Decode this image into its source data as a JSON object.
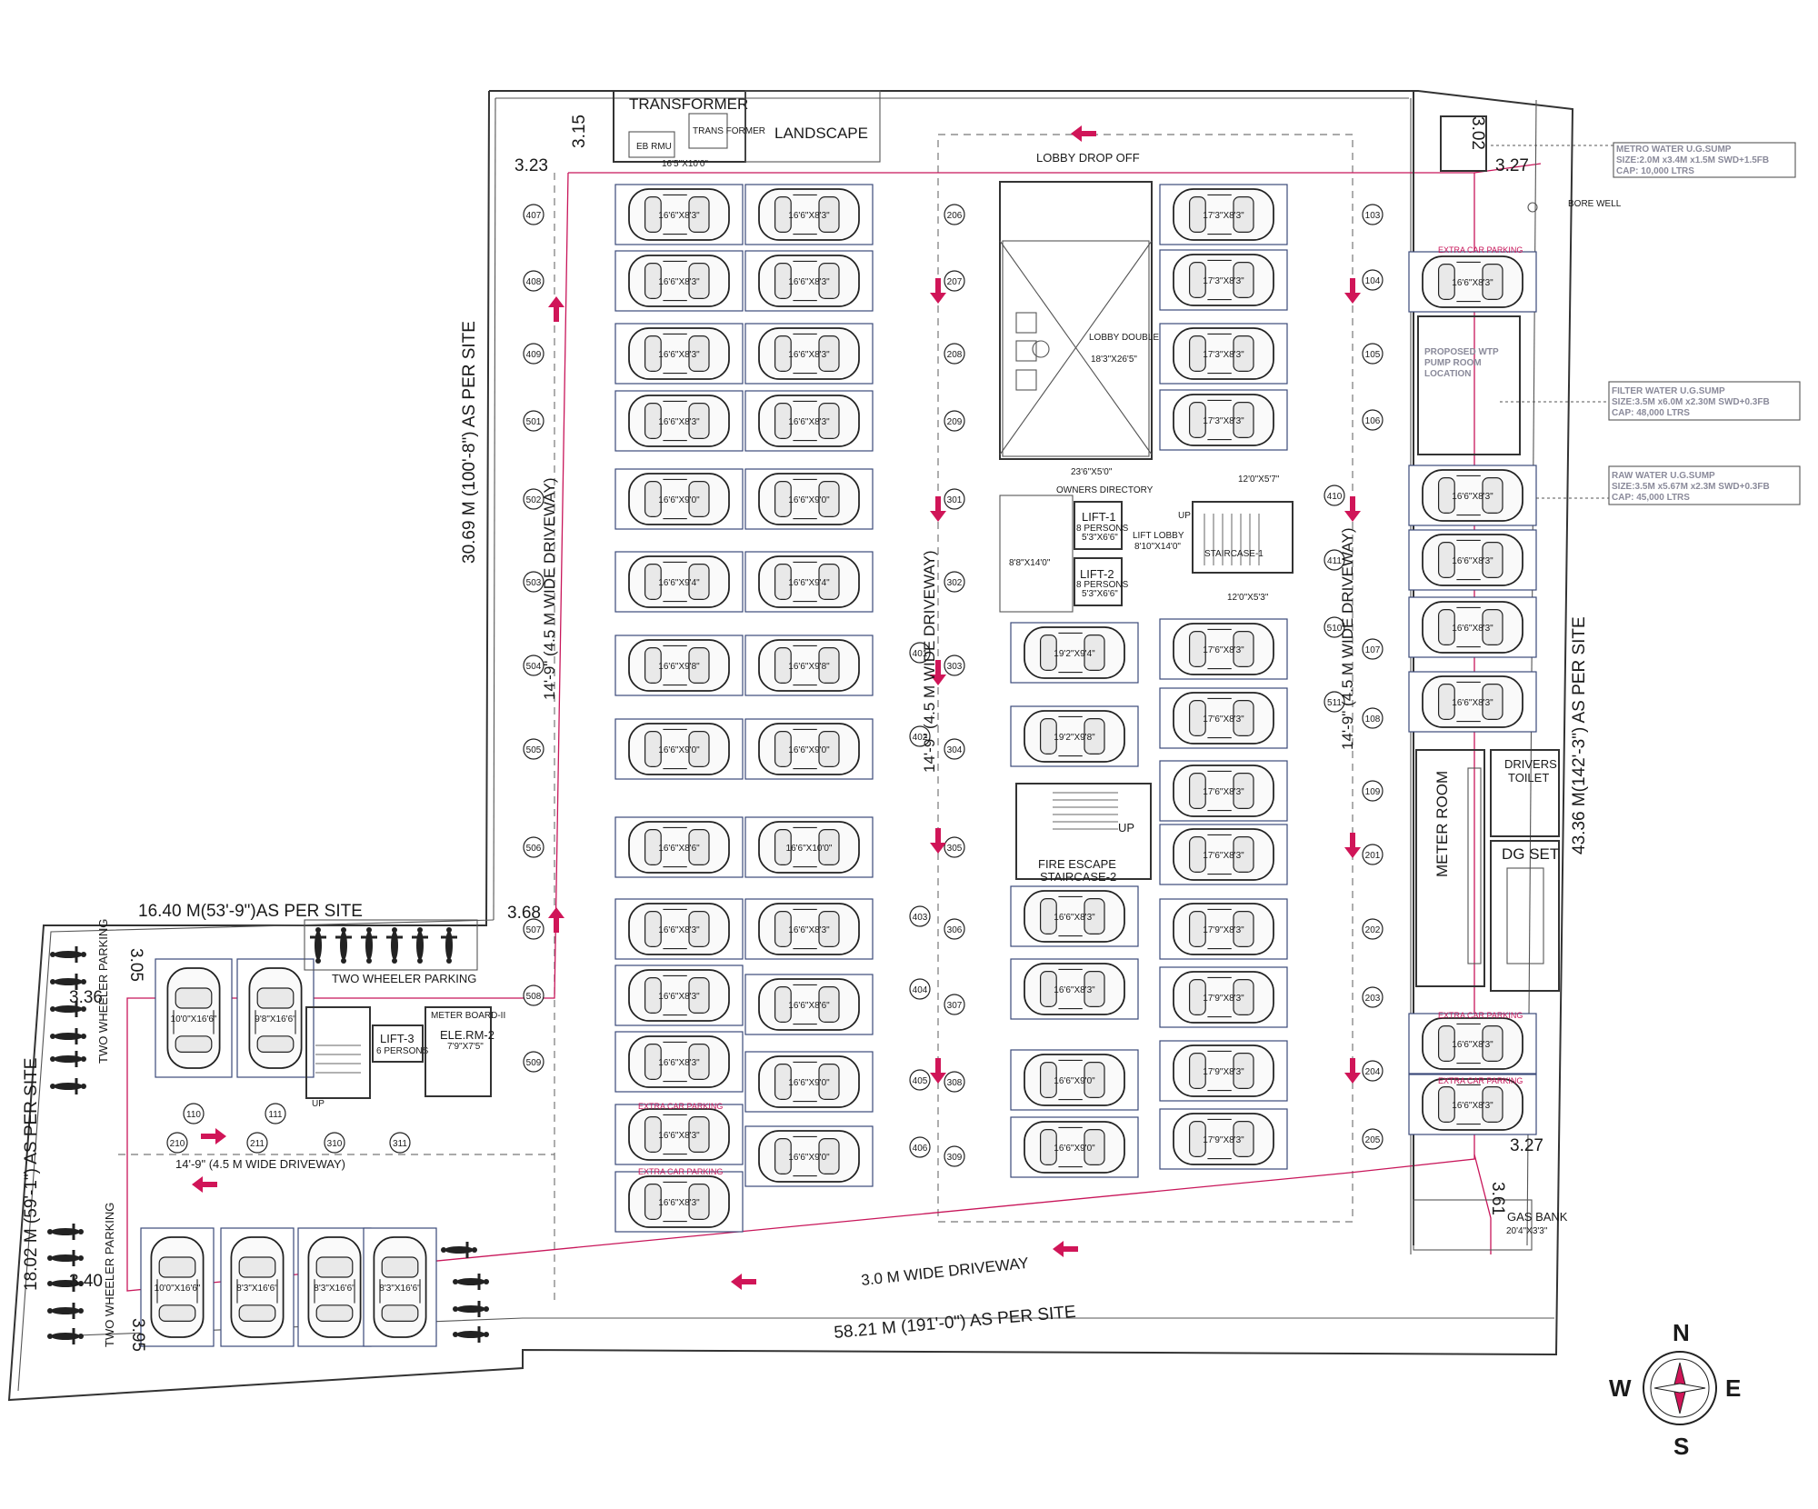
{
  "labels": {
    "transformer": "TRANSFORMER",
    "eb_rmu": "EB RMU",
    "trans_former": "TRANS FORMER",
    "transformer_size": "16'5\"X10'0\"",
    "landscape": "LANDSCAPE",
    "lobby_drop_off": "LOBBY DROP OFF",
    "lobby": "LOBBY DOUBLE HT",
    "lobby_size": "18'3\"X26'5\"",
    "owners_directory": "OWNERS DIRECTORY",
    "owners_dir_size": "23'6\"X5'0\"",
    "room_8_8": "8'8\"X14'0\"",
    "lift1": "LIFT-1",
    "lift1_info": "8 PERSONS",
    "lift1_size": "5'3\"X6'6\"",
    "lift2": "LIFT-2",
    "lift2_info": "8 PERSONS",
    "lift2_size": "5'3\"X6'6\"",
    "lift_lobby": "LIFT LOBBY",
    "lift_lobby_size": "8'10\"X14'0\"",
    "staircase1": "STAIRCASE-1",
    "up": "UP",
    "size_12_57": "12'0\"X5'7\"",
    "size_12_53": "12'0\"X5'3\"",
    "fire_escape": "FIRE ESCAPE",
    "staircase2": "STAIRCASE-2",
    "metro_sump_1": "METRO WATER U.G.SUMP",
    "metro_sump_2": "SIZE:2.0M x3.4M x1.5M SWD+1.5FB",
    "metro_sump_3": "CAP: 10,000 LTRS",
    "bore_well": "BORE WELL",
    "proposed_wtp_1": "PROPOSED WTP",
    "proposed_wtp_2": "PUMP ROOM",
    "proposed_wtp_3": "LOCATION",
    "filter_sump_1": "FILTER WATER U.G.SUMP",
    "filter_sump_2": "SIZE:3.5M x6.0M x2.30M SWD+0.3FB",
    "filter_sump_3": "CAP: 48,000 LTRS",
    "raw_sump_1": "RAW WATER U.G.SUMP",
    "raw_sump_2": "SIZE:3.5M x5.67M x2.3M SWD+0.3FB",
    "raw_sump_3": "CAP: 45,000 LTRS",
    "extra_car_parking": "EXTRA CAR PARKING",
    "meter_room": "METER ROOM",
    "drivers_toilet_1": "DRIVERS",
    "drivers_toilet_2": "TOILET",
    "dg_set": "DG SET",
    "gas_bank": "GAS BANK",
    "gas_bank_size": "20'4\"X3'3\"",
    "two_wheeler_parking": "TWO WHEELER PARKING",
    "two_wheeler_parking_2": "TWO WHEELER PARKING",
    "lift3": "LIFT-3",
    "lift3_info": "6 PERSONS",
    "ele_rm2": "ELE.RM-2",
    "ele_rm2_size": "7'9\"X7'5\"",
    "meter_board": "METER BOARD-II",
    "driveway_left": "14'-9\" (4.5 M WIDE DRIVEWAY)",
    "driveway_mid": "14'-9\" (4.5 M WIDE DRIVEWAY)",
    "driveway_right": "14'-9\" (4.5 M WIDE DRIVEWAY)",
    "driveway_bottom_left": "14'-9\" (4.5 M WIDE DRIVEWAY)",
    "driveway_bottom": "3.0 M WIDE DRIVEWAY",
    "site_top_left": "30.69 M (100'-8\") AS PER SITE",
    "site_right": "43.36 M(142'-3\") AS PER SITE",
    "site_bottom": "58.21 M (191'-0\") AS PER SITE",
    "site_wing_top": "16.40 M(53'-9\")AS PER SITE",
    "site_wing_left": "18.02 M (59'-1\")  AS PER SITE"
  },
  "dimensions": {
    "d323": "3.23",
    "d315": "3.15",
    "d302": "3.02",
    "d327a": "3.27",
    "d368": "3.68",
    "d305": "3.05",
    "d336": "3.36",
    "d340": "3.40",
    "d395": "3.95",
    "d327b": "3.27",
    "d361": "3.61"
  },
  "col_a": [
    {
      "num": "407",
      "size": "16'6\"X8'3\""
    },
    {
      "num": "408",
      "size": "16'6\"X8'3\""
    },
    {
      "num": "409",
      "size": "16'6\"X8'3\""
    },
    {
      "num": "501",
      "size": "16'6\"X8'3\""
    },
    {
      "num": "502",
      "size": "16'6\"X9'0\""
    },
    {
      "num": "503",
      "size": "16'6\"X9'4\""
    },
    {
      "num": "504",
      "size": "16'6\"X9'8\""
    },
    {
      "num": "505",
      "size": "16'6\"X9'0\""
    },
    {
      "num": "506",
      "size": "16'6\"X8'6\""
    },
    {
      "num": "507",
      "size": "16'6\"X8'3\""
    },
    {
      "num": "508",
      "size": "16'6\"X8'3\""
    },
    {
      "num": "509",
      "size": "16'6\"X8'3\""
    },
    {
      "num": "",
      "size": "16'6\"X8'3\""
    },
    {
      "num": "",
      "size": "16'6\"X8'3\""
    }
  ],
  "col_b": [
    {
      "num": "206",
      "size": "16'6\"X8'3\""
    },
    {
      "num": "207",
      "size": "16'6\"X8'3\""
    },
    {
      "num": "208",
      "size": "16'6\"X8'3\""
    },
    {
      "num": "209",
      "size": "16'6\"X8'3\""
    },
    {
      "num": "301",
      "size": "16'6\"X9'0\""
    },
    {
      "num": "302",
      "size": "16'6\"X9'4\""
    },
    {
      "num": "303",
      "size": "16'6\"X9'8\""
    },
    {
      "num": "304",
      "size": "16'6\"X9'0\""
    },
    {
      "num": "305",
      "size": "16'6\"X10'0\""
    },
    {
      "num": "306",
      "size": "16'6\"X8'3\""
    },
    {
      "num": "307",
      "size": "16'6\"X8'6\""
    },
    {
      "num": "308",
      "size": "16'6\"X9'0\""
    },
    {
      "num": "309",
      "size": "16'6\"X9'0\""
    }
  ],
  "col_c": [
    {
      "num": "401",
      "size": "19'2\"X9'4\""
    },
    {
      "num": "402",
      "size": "19'2\"X9'8\""
    },
    {
      "num": "403",
      "size": "16'6\"X8'3\""
    },
    {
      "num": "404",
      "size": "16'6\"X8'3\""
    },
    {
      "num": "405",
      "size": "16'6\"X9'0\""
    },
    {
      "num": "406",
      "size": "16'6\"X9'0\""
    }
  ],
  "col_d": [
    {
      "num": "103",
      "size": "17'3\"X8'3\""
    },
    {
      "num": "104",
      "size": "17'3\"X8'3\""
    },
    {
      "num": "105",
      "size": "17'3\"X8'3\""
    },
    {
      "num": "106",
      "size": "17'3\"X8'3\""
    },
    {
      "num": "107",
      "size": "17'6\"X8'3\""
    },
    {
      "num": "108",
      "size": "17'6\"X8'3\""
    },
    {
      "num": "109",
      "size": "17'6\"X8'3\""
    },
    {
      "num": "201",
      "size": "17'6\"X8'3\""
    },
    {
      "num": "202",
      "size": "17'9\"X8'3\""
    },
    {
      "num": "203",
      "size": "17'9\"X8'3\""
    },
    {
      "num": "204",
      "size": "17'9\"X8'3\""
    },
    {
      "num": "205",
      "size": "17'9\"X8'3\""
    }
  ],
  "col_e": [
    {
      "num": "",
      "size": "16'6\"X8'3\""
    },
    {
      "num": "410",
      "size": "16'6\"X8'3\""
    },
    {
      "num": "411",
      "size": "16'6\"X8'3\""
    },
    {
      "num": "510",
      "size": "16'6\"X8'3\""
    },
    {
      "num": "511",
      "size": "16'6\"X8'3\""
    },
    {
      "num": "",
      "size": "16'6\"X8'3\""
    },
    {
      "num": "",
      "size": "16'6\"X8'3\""
    }
  ],
  "wing_top": [
    {
      "num": "110",
      "size": "10'0\"X16'6\""
    },
    {
      "num": "111",
      "size": "9'8\"X16'6\""
    }
  ],
  "wing_bottom": [
    {
      "num": "210",
      "size": "10'0\"X16'6\""
    },
    {
      "num": "211",
      "size": "8'3\"X16'6\""
    },
    {
      "num": "310",
      "size": "8'3\"X16'6\""
    },
    {
      "num": "311",
      "size": "8'3\"X16'6\""
    }
  ],
  "compass": {
    "n": "N",
    "s": "S",
    "e": "E",
    "w": "W",
    "accent": "#d01558"
  },
  "colors": {
    "pink": "#c8165a",
    "wall": "#333333"
  }
}
